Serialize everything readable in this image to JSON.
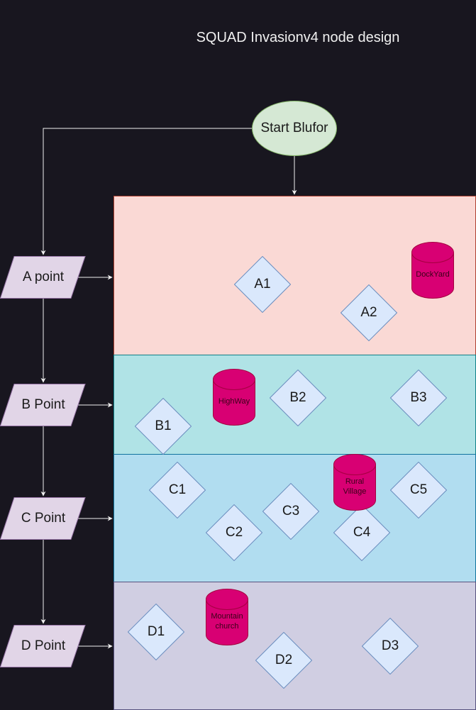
{
  "title": "SQUAD Invasionv4 node design",
  "colors": {
    "background": "#18161f",
    "connector": "#f0f0f0",
    "zone_a_fill": "#fad9d5",
    "zone_a_stroke": "#ae4132",
    "zone_b_fill": "#b0e3e6",
    "zone_b_stroke": "#0e8088",
    "zone_c_fill": "#b1ddf0",
    "zone_c_stroke": "#10739e",
    "zone_d_fill": "#d0cee2",
    "zone_d_stroke": "#56517e",
    "diamond_fill": "#dae8fc",
    "diamond_stroke": "#6c8ebf",
    "cylinder_fill": "#d80073",
    "cylinder_stroke": "#a50040",
    "point_fill": "#e1d5e7",
    "point_stroke": "#9673a6",
    "start_fill": "#d5e8d4",
    "start_stroke": "#82b366"
  },
  "start": {
    "label": "Start Blufor"
  },
  "points": [
    {
      "label": "A point"
    },
    {
      "label": "B Point"
    },
    {
      "label": "C Point"
    },
    {
      "label": "D Point"
    }
  ],
  "zones": {
    "a": {
      "nodes": [
        {
          "label": "A1"
        },
        {
          "label": "A2"
        }
      ],
      "locations": [
        {
          "label": "DockYard"
        }
      ]
    },
    "b": {
      "nodes": [
        {
          "label": "B1"
        },
        {
          "label": "B2"
        },
        {
          "label": "B3"
        }
      ],
      "locations": [
        {
          "label": "HighWay"
        }
      ]
    },
    "c": {
      "nodes": [
        {
          "label": "C1"
        },
        {
          "label": "C2"
        },
        {
          "label": "C3"
        },
        {
          "label": "C4"
        },
        {
          "label": "C5"
        }
      ],
      "locations": [
        {
          "label": "Rural Village"
        }
      ]
    },
    "d": {
      "nodes": [
        {
          "label": "D1"
        },
        {
          "label": "D2"
        },
        {
          "label": "D3"
        }
      ],
      "locations": [
        {
          "label": "Mountain church"
        }
      ]
    }
  },
  "edges": [
    {
      "from": "Start Blufor",
      "to": "A zone"
    },
    {
      "from": "Start Blufor",
      "to": "A point"
    },
    {
      "from": "A point",
      "to": "A zone"
    },
    {
      "from": "A point",
      "to": "B Point"
    },
    {
      "from": "B Point",
      "to": "B zone"
    },
    {
      "from": "B Point",
      "to": "C Point"
    },
    {
      "from": "C Point",
      "to": "C zone"
    },
    {
      "from": "C Point",
      "to": "D Point"
    },
    {
      "from": "D Point",
      "to": "D zone"
    }
  ]
}
